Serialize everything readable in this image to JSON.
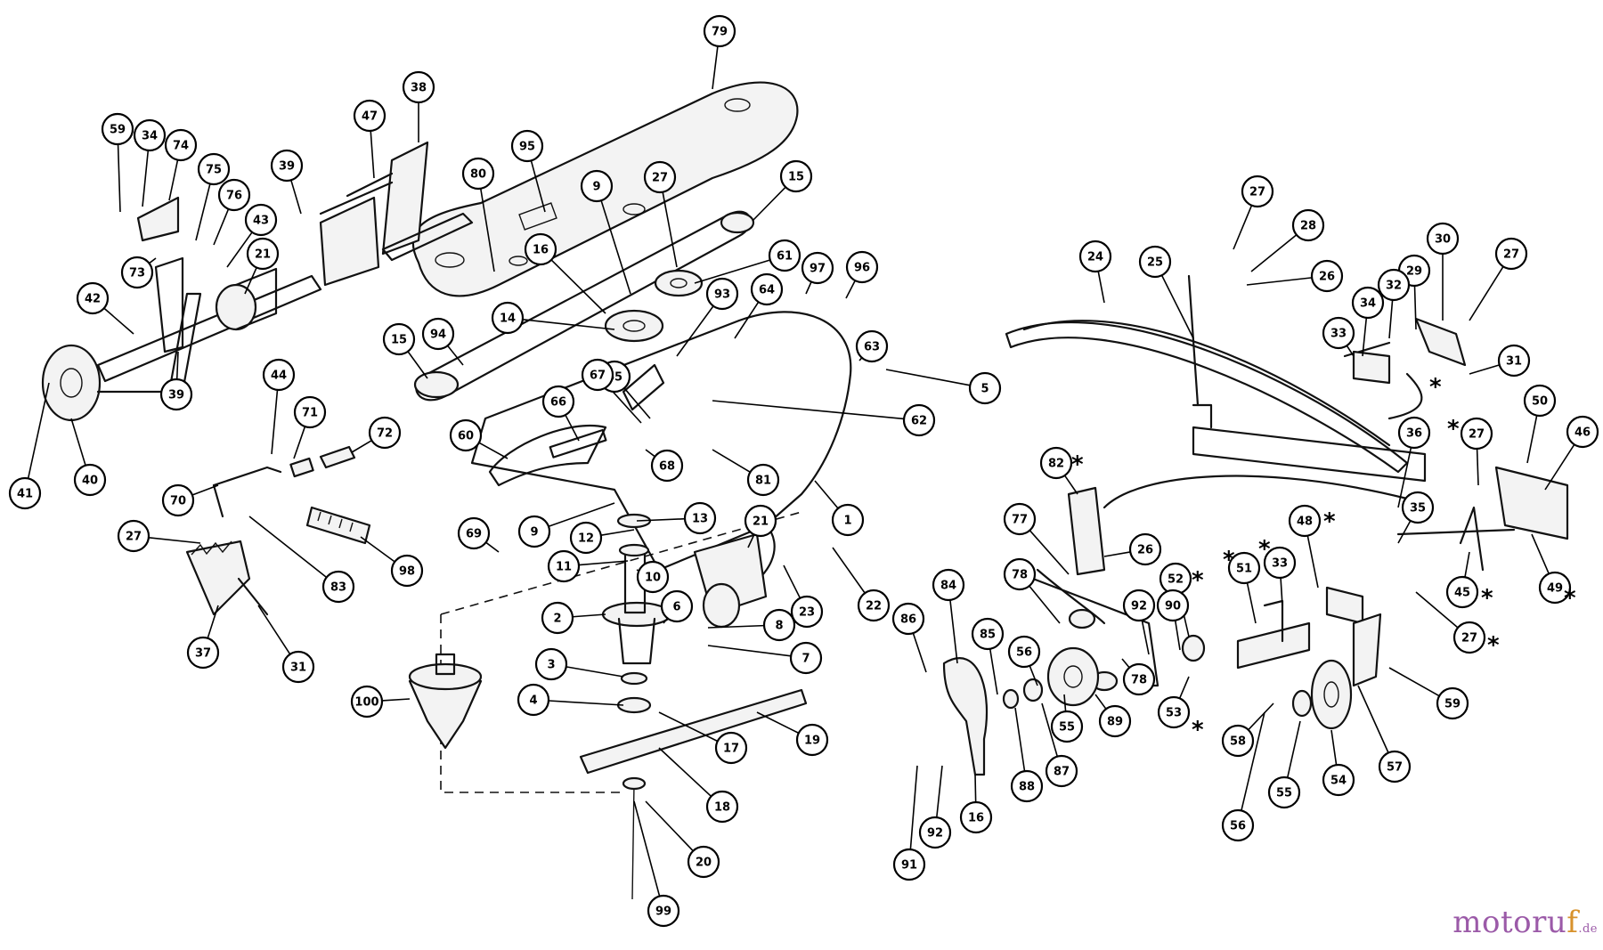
{
  "diagram": {
    "watermark": {
      "main": "motoru",
      "accent": "f",
      "suffix": ".de"
    },
    "star_symbol": "*",
    "callouts": [
      {
        "id": "c79",
        "label": "79"
      },
      {
        "id": "c38",
        "label": "38"
      },
      {
        "id": "c47",
        "label": "47"
      },
      {
        "id": "c59a",
        "label": "59"
      },
      {
        "id": "c34a",
        "label": "34"
      },
      {
        "id": "c74",
        "label": "74"
      },
      {
        "id": "c75",
        "label": "75"
      },
      {
        "id": "c76",
        "label": "76"
      },
      {
        "id": "c43",
        "label": "43"
      },
      {
        "id": "c39a",
        "label": "39"
      },
      {
        "id": "c21a",
        "label": "21"
      },
      {
        "id": "c73",
        "label": "73"
      },
      {
        "id": "c42",
        "label": "42"
      },
      {
        "id": "c39b",
        "label": "39"
      },
      {
        "id": "c44",
        "label": "44"
      },
      {
        "id": "c41",
        "label": "41"
      },
      {
        "id": "c40",
        "label": "40"
      },
      {
        "id": "c71",
        "label": "71"
      },
      {
        "id": "c72",
        "label": "72"
      },
      {
        "id": "c70",
        "label": "70"
      },
      {
        "id": "c27a",
        "label": "27"
      },
      {
        "id": "c83",
        "label": "83"
      },
      {
        "id": "c98",
        "label": "98"
      },
      {
        "id": "c37",
        "label": "37"
      },
      {
        "id": "c31a",
        "label": "31"
      },
      {
        "id": "c80",
        "label": "80"
      },
      {
        "id": "c95",
        "label": "95"
      },
      {
        "id": "c9a",
        "label": "9"
      },
      {
        "id": "c27b",
        "label": "27"
      },
      {
        "id": "c15a",
        "label": "15"
      },
      {
        "id": "c16a",
        "label": "16"
      },
      {
        "id": "c61",
        "label": "61"
      },
      {
        "id": "c97",
        "label": "97"
      },
      {
        "id": "c96",
        "label": "96"
      },
      {
        "id": "c14",
        "label": "14"
      },
      {
        "id": "c93",
        "label": "93"
      },
      {
        "id": "c64",
        "label": "64"
      },
      {
        "id": "c15b",
        "label": "15"
      },
      {
        "id": "c94",
        "label": "94"
      },
      {
        "id": "c63",
        "label": "63"
      },
      {
        "id": "c5",
        "label": "5"
      },
      {
        "id": "c65",
        "label": "65"
      },
      {
        "id": "c67",
        "label": "67"
      },
      {
        "id": "c62",
        "label": "62"
      },
      {
        "id": "c66",
        "label": "66"
      },
      {
        "id": "c60",
        "label": "60"
      },
      {
        "id": "c68",
        "label": "68"
      },
      {
        "id": "c81",
        "label": "81"
      },
      {
        "id": "c9b",
        "label": "9"
      },
      {
        "id": "c13",
        "label": "13"
      },
      {
        "id": "c21b",
        "label": "21"
      },
      {
        "id": "c1",
        "label": "1"
      },
      {
        "id": "c12",
        "label": "12"
      },
      {
        "id": "c69",
        "label": "69"
      },
      {
        "id": "c11",
        "label": "11"
      },
      {
        "id": "c10",
        "label": "10"
      },
      {
        "id": "c2",
        "label": "2"
      },
      {
        "id": "c6",
        "label": "6"
      },
      {
        "id": "c23",
        "label": "23"
      },
      {
        "id": "c22",
        "label": "22"
      },
      {
        "id": "c8",
        "label": "8"
      },
      {
        "id": "c7",
        "label": "7"
      },
      {
        "id": "c3",
        "label": "3"
      },
      {
        "id": "c4",
        "label": "4"
      },
      {
        "id": "c100",
        "label": "100"
      },
      {
        "id": "c19",
        "label": "19"
      },
      {
        "id": "c17",
        "label": "17"
      },
      {
        "id": "c18",
        "label": "18"
      },
      {
        "id": "c20",
        "label": "20"
      },
      {
        "id": "c99",
        "label": "99"
      },
      {
        "id": "c27c",
        "label": "27"
      },
      {
        "id": "c28",
        "label": "28"
      },
      {
        "id": "c24",
        "label": "24"
      },
      {
        "id": "c25",
        "label": "25"
      },
      {
        "id": "c26a",
        "label": "26"
      },
      {
        "id": "c30",
        "label": "30"
      },
      {
        "id": "c27d",
        "label": "27"
      },
      {
        "id": "c29",
        "label": "29"
      },
      {
        "id": "c32",
        "label": "32"
      },
      {
        "id": "c34b",
        "label": "34"
      },
      {
        "id": "c33a",
        "label": "33"
      },
      {
        "id": "c31b",
        "label": "31"
      },
      {
        "id": "c50",
        "label": "50"
      },
      {
        "id": "c46",
        "label": "46"
      },
      {
        "id": "c27e",
        "label": "27"
      },
      {
        "id": "c36",
        "label": "36"
      },
      {
        "id": "c82",
        "label": "82"
      },
      {
        "id": "c35",
        "label": "35"
      },
      {
        "id": "c48",
        "label": "48"
      },
      {
        "id": "c77",
        "label": "77"
      },
      {
        "id": "c26b",
        "label": "26"
      },
      {
        "id": "c52",
        "label": "52"
      },
      {
        "id": "c51",
        "label": "51"
      },
      {
        "id": "c33b",
        "label": "33"
      },
      {
        "id": "c49",
        "label": "49"
      },
      {
        "id": "c45",
        "label": "45"
      },
      {
        "id": "c27f",
        "label": "27"
      },
      {
        "id": "c78a",
        "label": "78"
      },
      {
        "id": "c84",
        "label": "84"
      },
      {
        "id": "c92a",
        "label": "92"
      },
      {
        "id": "c90",
        "label": "90"
      },
      {
        "id": "c86",
        "label": "86"
      },
      {
        "id": "c85",
        "label": "85"
      },
      {
        "id": "c56a",
        "label": "56"
      },
      {
        "id": "c78b",
        "label": "78"
      },
      {
        "id": "c53",
        "label": "53"
      },
      {
        "id": "c59b",
        "label": "59"
      },
      {
        "id": "c55a",
        "label": "55"
      },
      {
        "id": "c89",
        "label": "89"
      },
      {
        "id": "c87",
        "label": "87"
      },
      {
        "id": "c88",
        "label": "88"
      },
      {
        "id": "c57",
        "label": "57"
      },
      {
        "id": "c58",
        "label": "58"
      },
      {
        "id": "c55b",
        "label": "55"
      },
      {
        "id": "c54",
        "label": "54"
      },
      {
        "id": "c56b",
        "label": "56"
      },
      {
        "id": "c91",
        "label": "91"
      },
      {
        "id": "c92b",
        "label": "92"
      },
      {
        "id": "c16b",
        "label": "16"
      }
    ]
  }
}
